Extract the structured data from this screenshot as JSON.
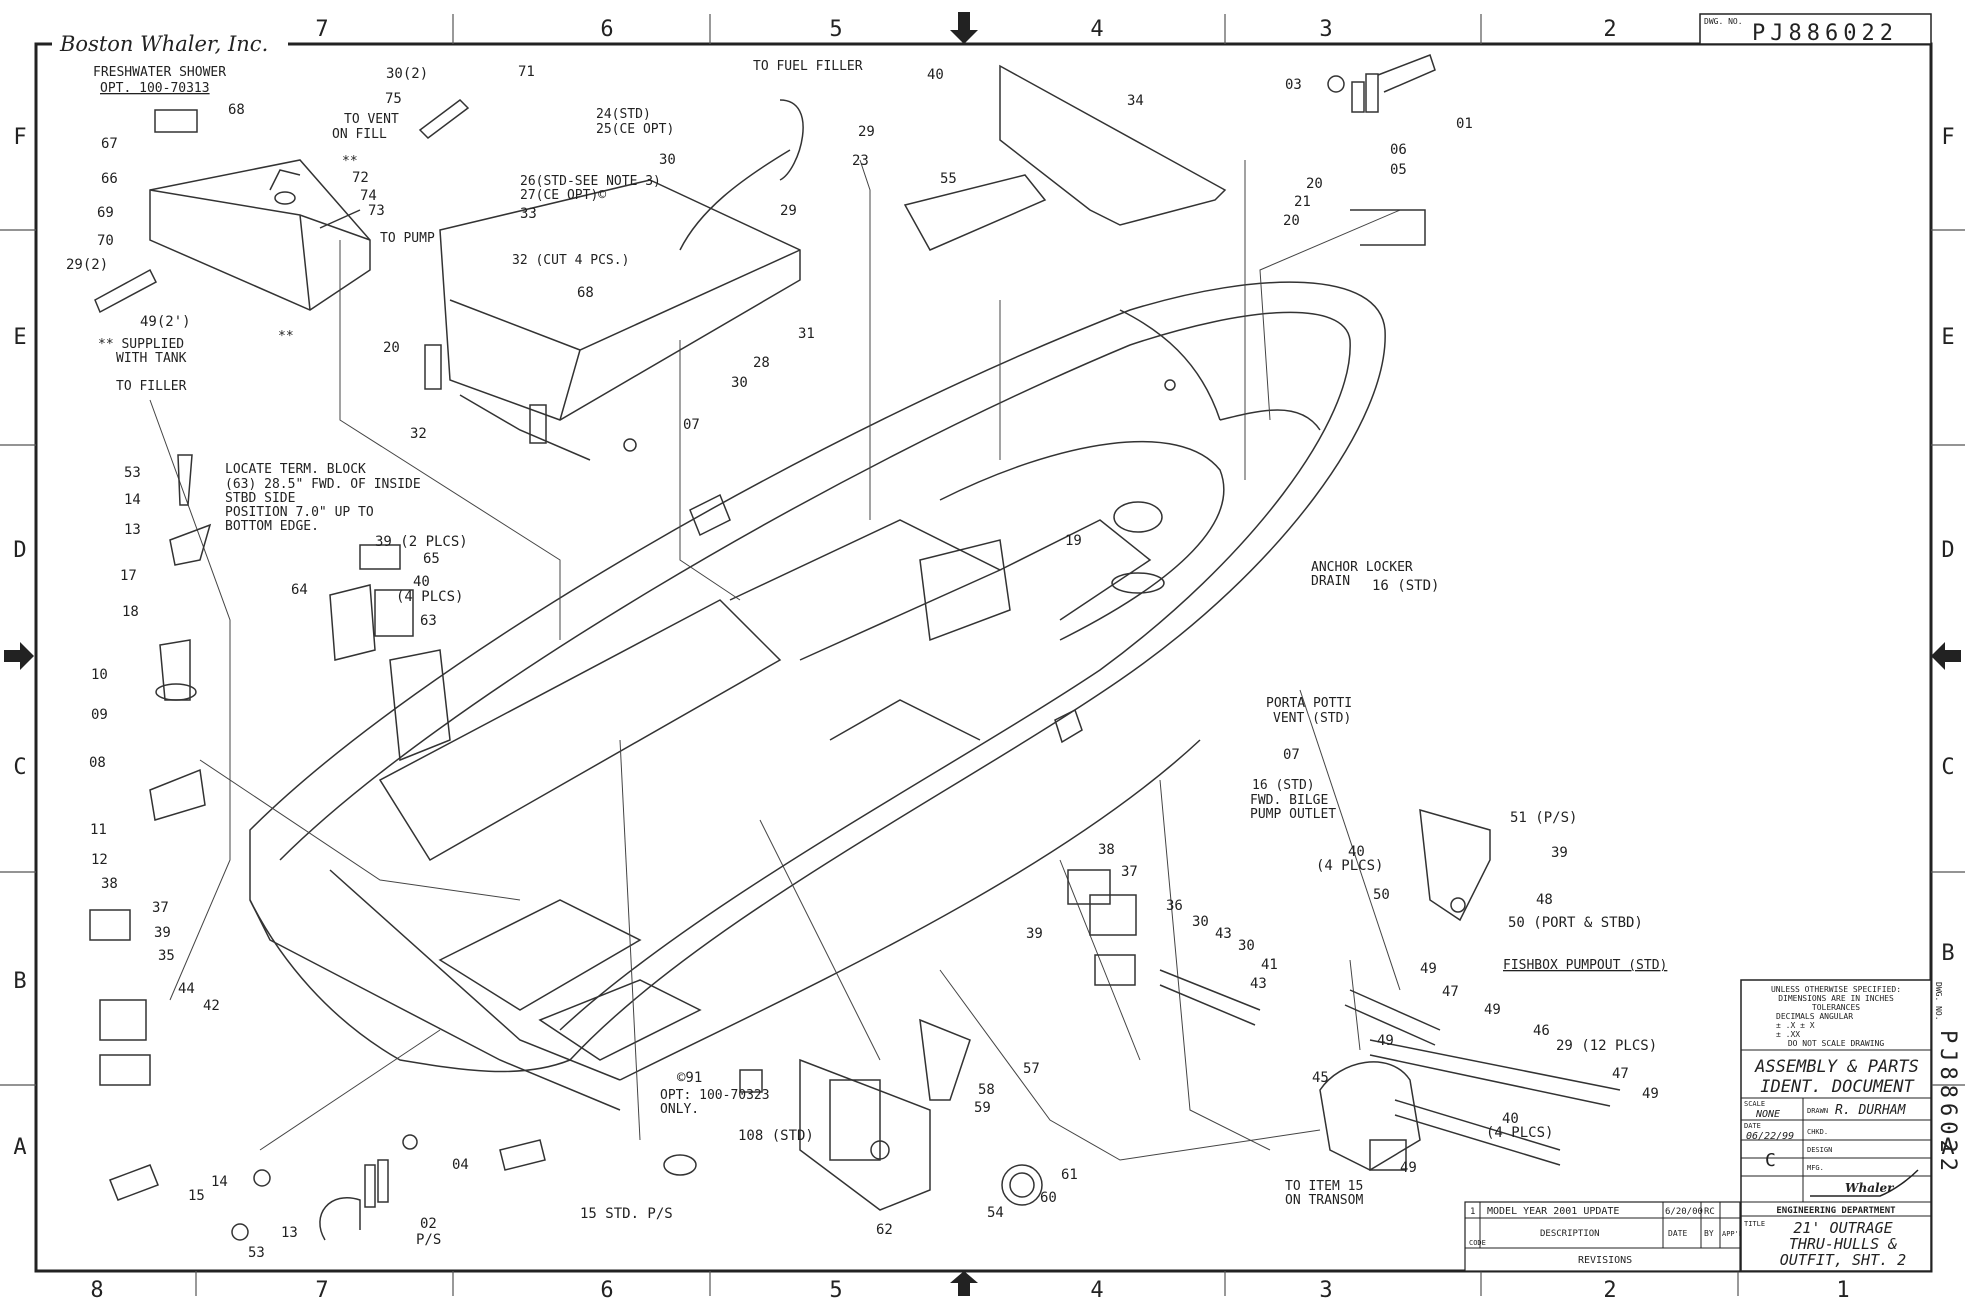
{
  "company": "Boston Whaler, Inc.",
  "dwg_no_label": "DWG. NO.",
  "dwg_no": "PJ886022",
  "grid": {
    "columns_top": [
      "7",
      "6",
      "5",
      "4",
      "3",
      "2"
    ],
    "columns_bottom": [
      "8",
      "7",
      "6",
      "5",
      "4",
      "3",
      "2",
      "1"
    ],
    "rows": [
      "F",
      "E",
      "D",
      "C",
      "B",
      "A"
    ]
  },
  "callouts": [
    "FRESHWATER SHOWER",
    "OPT. 100-70313",
    "68",
    "67",
    "66",
    "69",
    "70",
    "29(2)",
    "49(2')",
    "** SUPPLIED",
    "WITH TANK",
    "TO FILLER",
    "**",
    "30(2)",
    "71",
    "75",
    "TO VENT",
    "ON FILL",
    "**",
    "72",
    "74",
    "73",
    "TO PUMP",
    "TO FUEL FILLER",
    "24(STD)",
    "25(CE OPT)",
    "29",
    "30",
    "23",
    "29",
    "26(STD-SEE NOTE 3)",
    "27(CE OPT)©",
    "33",
    "32 (CUT 4 PCS.)",
    "68",
    "20",
    "31",
    "32",
    "28",
    "30",
    "07",
    "40",
    "34",
    "55",
    "03",
    "01",
    "06",
    "05",
    "20",
    "21",
    "20",
    "53",
    "14",
    "13",
    "17",
    "18",
    "LOCATE TERM. BLOCK",
    "(63) 28.5\" FWD. OF INSIDE",
    "STBD SIDE",
    "POSITION 7.0\" UP TO",
    "BOTTOM EDGE.",
    "39 (2 PLCS)",
    "65",
    "40",
    "(4 PLCS)",
    "64",
    "63",
    "19",
    "ANCHOR LOCKER",
    "DRAIN",
    "16 (STD)",
    "10",
    "09",
    "08",
    "11",
    "12",
    "PORTA POTTI",
    "VENT (STD)",
    "07",
    "16 (STD)",
    "FWD. BILGE",
    "PUMP OUTLET",
    "51 (P/S)",
    "39",
    "40",
    "(4 PLCS)",
    "50",
    "48",
    "50 (PORT & STBD)",
    "38",
    "37",
    "39",
    "35",
    "44",
    "42",
    "38",
    "37",
    "36",
    "39",
    "30",
    "43",
    "30",
    "41",
    "43",
    "FISHBOX PUMPOUT (STD)",
    "49",
    "47",
    "49",
    "46",
    "29 (12 PLCS)",
    "49",
    "47",
    "49",
    "45",
    "40",
    "(4 PLCS)",
    "49",
    "TO ITEM 15",
    "ON TRANSOM",
    "©91",
    "OPT: 100-70323",
    "ONLY.",
    "108 (STD)",
    "57",
    "58",
    "59",
    "61",
    "60",
    "54",
    "62",
    "14",
    "04",
    "13",
    "53",
    "02",
    "P/S",
    "15",
    "15 STD. P/S"
  ],
  "revisions": {
    "code": "1",
    "description": "MODEL YEAR 2001 UPDATE",
    "date": "6/20/00",
    "by": "RC",
    "headers": [
      "CODE",
      "DESCRIPTION",
      "DATE",
      "BY",
      "APP'D"
    ],
    "title": "REVISIONS"
  },
  "title_block": {
    "tolerance_lines": [
      "UNLESS OTHERWISE SPECIFIED:",
      "DIMENSIONS ARE IN INCHES",
      "TOLERANCES",
      "DECIMALS        ANGULAR",
      "± .X                ± X",
      "± .XX",
      "DO NOT SCALE DRAWING"
    ],
    "doc_title": [
      "ASSEMBLY & PARTS",
      "IDENT. DOCUMENT"
    ],
    "scale_label": "SCALE",
    "scale": "NONE",
    "drawn_label": "DRAWN",
    "drawn_by": "R. DURHAM",
    "chkd_label": "CHKD.",
    "date_label": "DATE",
    "date": "06/22/99",
    "design_label": "DESIGN",
    "size": "C",
    "mfg_label": "MFG.",
    "logo": "Whaler",
    "dept": "ENGINEERING DEPARTMENT",
    "title_label": "TITLE",
    "title_lines": [
      "21' OUTRAGE",
      "THRU-HULLS &",
      "OUTFIT, SHT. 2"
    ],
    "side_dwg_label": "DWG. NO.",
    "side_dwg_no": "PJ886022"
  }
}
